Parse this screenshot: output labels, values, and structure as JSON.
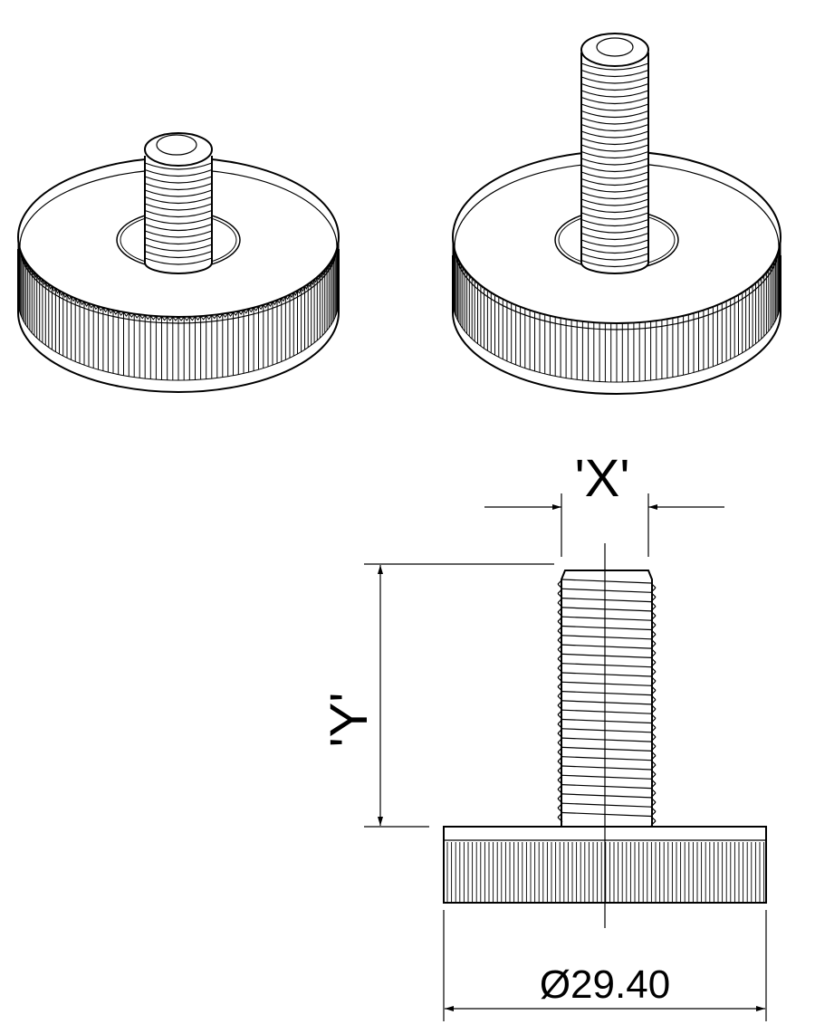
{
  "drawing": {
    "views": [
      {
        "id": "iso-short",
        "description_label": ""
      },
      {
        "id": "iso-long",
        "description_label": ""
      },
      {
        "id": "side-elevation",
        "description_label": ""
      }
    ],
    "dimensions": {
      "thread_diameter_label": "'X'",
      "thread_length_label": "'Y'",
      "head_diameter_label": "Ø29.40"
    },
    "colors": {
      "line": "#000000",
      "background": "#ffffff"
    }
  }
}
